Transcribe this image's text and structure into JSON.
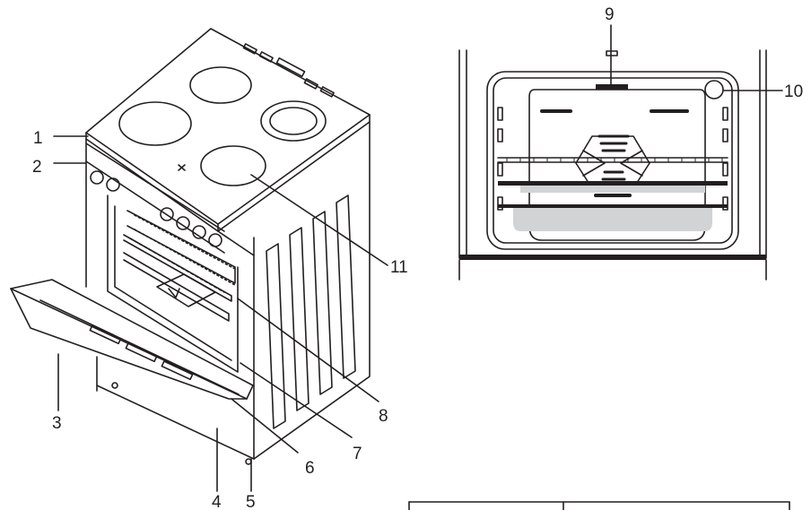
{
  "callouts": {
    "c1": "1",
    "c2": "2",
    "c3": "3",
    "c4": "4",
    "c5": "5",
    "c6": "6",
    "c7": "7",
    "c8": "8",
    "c9": "9",
    "c10": "10",
    "c11": "11"
  },
  "colors": {
    "line": "#231f20",
    "tray": "#d1d3d4",
    "light": "#e6e7e8"
  }
}
